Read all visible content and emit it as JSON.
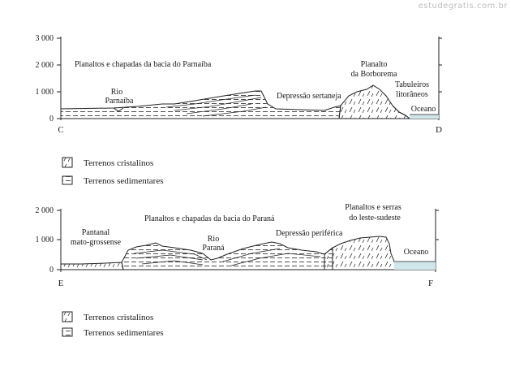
{
  "watermark": "estudegratis.com.br",
  "profile_1": {
    "y_ticks": [
      "3 000",
      "2 000",
      "1 000",
      "0"
    ],
    "start_label": "C",
    "end_label": "D",
    "labels": {
      "planaltos": "Planaltos e chapadas da bacia do Parnaíba",
      "rio_1": "Rio",
      "rio_2": "Parnaíba",
      "depressao": "Depressão sertaneja",
      "borborema_1": "Planalto",
      "borborema_2": "da Borborema",
      "tabuleiros_1": "Tabuleiros",
      "tabuleiros_2": "litorâneos",
      "oceano": "Oceano"
    },
    "legend": {
      "cristalinos": "Terrenos cristalinos",
      "sedimentares": "Terrenos sedimentares"
    }
  },
  "profile_2": {
    "y_ticks": [
      "2 000",
      "1 000",
      "0"
    ],
    "start_label": "E",
    "end_label": "F",
    "labels": {
      "pantanal_1": "Pantanal",
      "pantanal_2": "mato-grossense",
      "planaltos": "Planaltos e chapadas da bacia do Paraná",
      "rio_1": "Rio",
      "rio_2": "Paraná",
      "depressao": "Depressão periférica",
      "serras_1": "Planaltos e serras",
      "serras_2": "do leste-sudeste",
      "oceano": "Oceano"
    },
    "legend": {
      "cristalinos": "Terrenos cristalinos",
      "sedimentares": "Terrenos sedimentares"
    }
  }
}
